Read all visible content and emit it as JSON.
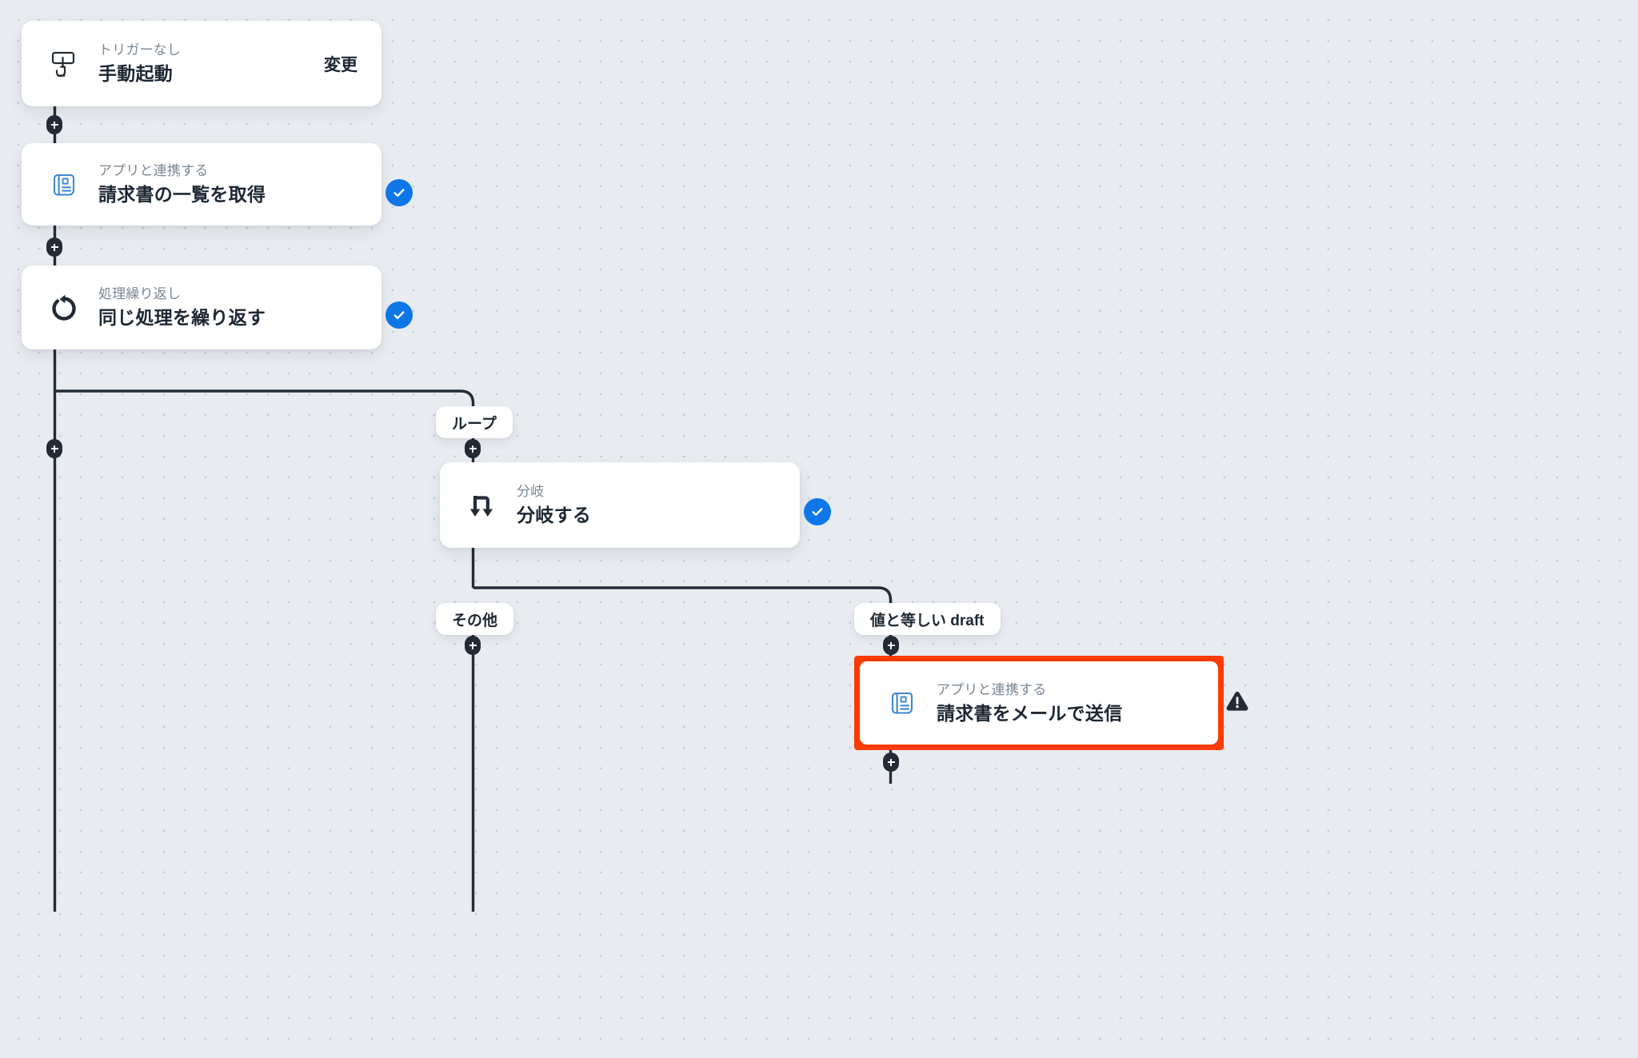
{
  "canvas": {
    "background_color": "#e8ecf0",
    "dot_color": "#c9d0d8"
  },
  "colors": {
    "card_bg": "#ffffff",
    "title_text": "#1d2733",
    "subtitle_text": "#7b8794",
    "edge_line": "#232b36",
    "success_badge": "#0f76e8",
    "error_border": "#fb3b00",
    "warning_icon": "#232b36",
    "app_icon_blue": "#3f87d4"
  },
  "nodes": [
    {
      "id": "trigger",
      "icon": "manual-click-icon",
      "subtitle": "トリガーなし",
      "title": "手動起動",
      "action_label": "変更",
      "status": "none"
    },
    {
      "id": "get-invoice-list",
      "icon": "invoice-document-icon",
      "subtitle": "アプリと連携する",
      "title": "請求書の一覧を取得",
      "status": "success"
    },
    {
      "id": "repeat-loop",
      "icon": "repeat-arrow-icon",
      "subtitle": "処理繰り返し",
      "title": "同じ処理を繰り返す",
      "status": "success"
    },
    {
      "id": "branch",
      "icon": "branch-split-icon",
      "subtitle": "分岐",
      "title": "分岐する",
      "status": "success"
    },
    {
      "id": "send-invoice-mail",
      "icon": "invoice-document-icon",
      "subtitle": "アプリと連携する",
      "title": "請求書をメールで送信",
      "status": "error",
      "highlighted": true
    }
  ],
  "edge_labels": [
    {
      "id": "loop",
      "text": "ループ"
    },
    {
      "id": "else",
      "text": "その他"
    },
    {
      "id": "draft",
      "text": "値と等しい draft"
    }
  ],
  "handles": {
    "add_step_tooltip": "+",
    "count": 7
  },
  "badges": {
    "success_glyph": "check-icon",
    "error_glyph": "warning-triangle-icon"
  }
}
